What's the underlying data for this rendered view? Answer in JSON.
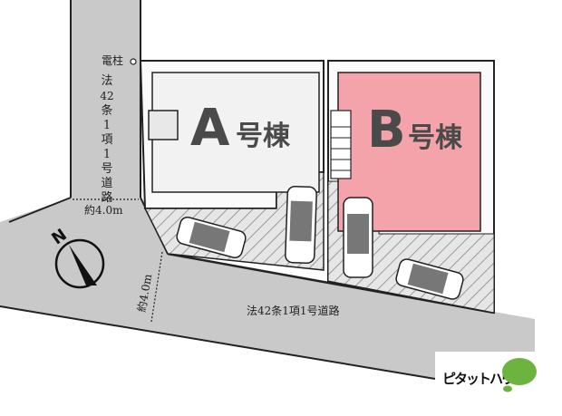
{
  "labels": {
    "utility_pole": "電柱",
    "side_road_vertical": [
      "法",
      "42",
      "条",
      "1",
      "項",
      "1",
      "号",
      "道",
      "路"
    ],
    "side_road_width": "約4.0m",
    "front_road_width": "約4.0m",
    "front_road": "法42条1項1号道路",
    "north": "N"
  },
  "buildings": [
    {
      "letter": "A",
      "suffix": "号棟",
      "fill": "#f2f2f2"
    },
    {
      "letter": "B",
      "suffix": "号棟",
      "fill": "#f4a3ab"
    }
  ],
  "logo": {
    "text": "ピタットハウス",
    "color": "#6db33f"
  },
  "colors": {
    "road": "#c9c9c9",
    "building_text": "#4a4a4a"
  }
}
